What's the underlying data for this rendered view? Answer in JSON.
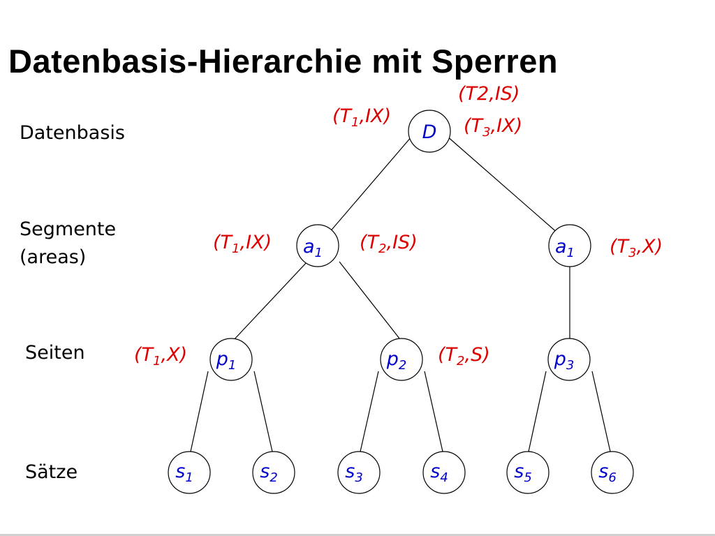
{
  "title": "Datenbasis-Hierarchie mit Sperren",
  "colors": {
    "node_text": "#0000cc",
    "lock_text": "#dd0000",
    "line": "#000000"
  },
  "levels": {
    "datenbasis": "Datenbasis",
    "segmente": "Segmente",
    "areas": "(areas)",
    "seiten": "Seiten",
    "saetze": "Sätze"
  },
  "nodes": {
    "D": {
      "base": "D",
      "sub": ""
    },
    "a1_left": {
      "base": "a",
      "sub": "1"
    },
    "a1_right": {
      "base": "a",
      "sub": "1"
    },
    "p1": {
      "base": "p",
      "sub": "1"
    },
    "p2": {
      "base": "p",
      "sub": "2"
    },
    "p3": {
      "base": "p",
      "sub": "3"
    },
    "s1": {
      "base": "s",
      "sub": "1"
    },
    "s2": {
      "base": "s",
      "sub": "2"
    },
    "s3": {
      "base": "s",
      "sub": "3"
    },
    "s4": {
      "base": "s",
      "sub": "4"
    },
    "s5": {
      "base": "s",
      "sub": "5"
    },
    "s6": {
      "base": "s",
      "sub": "6"
    }
  },
  "locks": {
    "D_t2_is": {
      "t": "T2",
      "sub": "",
      "mode": "IS"
    },
    "D_t1_ix": {
      "t": "T",
      "sub": "1",
      "mode": "IX"
    },
    "D_t3_ix": {
      "t": "T",
      "sub": "3",
      "mode": "IX"
    },
    "a1_t1_ix": {
      "t": "T",
      "sub": "1",
      "mode": "IX"
    },
    "a1_t2_is": {
      "t": "T",
      "sub": "2",
      "mode": "IS"
    },
    "a1r_t3_x": {
      "t": "T",
      "sub": "3",
      "mode": "X"
    },
    "p1_t1_x": {
      "t": "T",
      "sub": "1",
      "mode": "X"
    },
    "p2_t2_s": {
      "t": "T",
      "sub": "2",
      "mode": "S"
    }
  },
  "punct": {
    "open": "(",
    "comma": ",",
    "close": ")"
  }
}
